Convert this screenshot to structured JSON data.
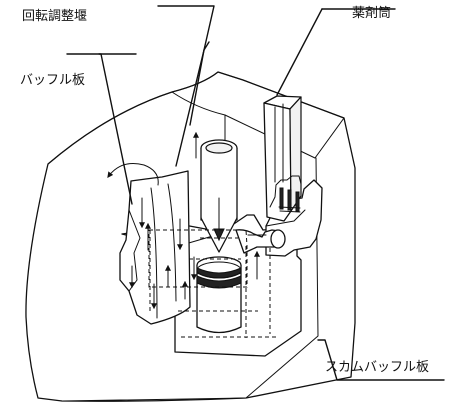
{
  "labels": {
    "rotary_weir": "回転調整堰",
    "chemical_tube": "薬剤筒",
    "baffle_plate": "バッフル板",
    "scum_baffle_plate": "スカムバッフル板"
  }
}
